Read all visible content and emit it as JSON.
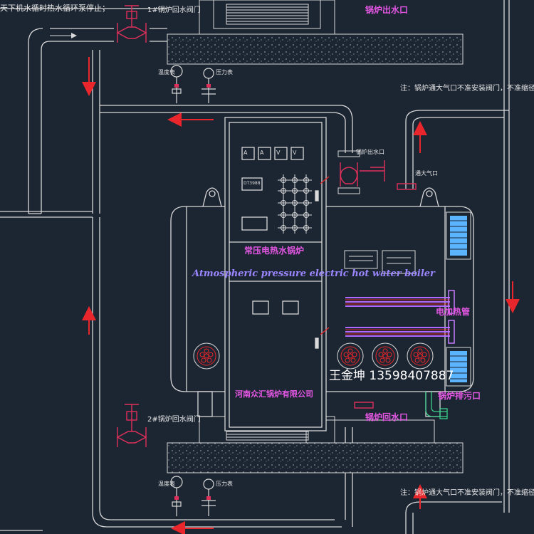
{
  "labels": {
    "top_left_note": "天下机水循时热水循环泵停止；",
    "valve_top": "1#锅炉回水阀门",
    "valve_bottom": "2#锅炉回水阀门",
    "outlet_top": "锅炉出水口",
    "outlet_small": "锅炉出水口",
    "vent": "通大气口",
    "note": "注：锅炉通大气口不准安装阀门，不准缩径",
    "title_cn": "常压电热水锅炉",
    "title_en": "Atmospheric pressure electric hot water boiler",
    "heating_tube": "电加热管",
    "contact": "王金坤 13598407887",
    "company": "河南众汇锅炉有限公司",
    "drain": "锅炉排污口",
    "return_inlet": "锅炉回水口",
    "thermometer": "温度表",
    "pressure_gauge": "压力表",
    "display_text": "DT3988",
    "meters": [
      "A",
      "A",
      "V",
      "V"
    ]
  },
  "colors": {
    "background": "#1c2532",
    "line": "#d9d9d9",
    "arrow": "#e8262b",
    "valve": "#e0305a",
    "accent_magenta": "#e256e2",
    "accent_violet": "#9a86ff",
    "heater_blue": "#5ab4ff",
    "pipe_green": "#39d08a"
  }
}
